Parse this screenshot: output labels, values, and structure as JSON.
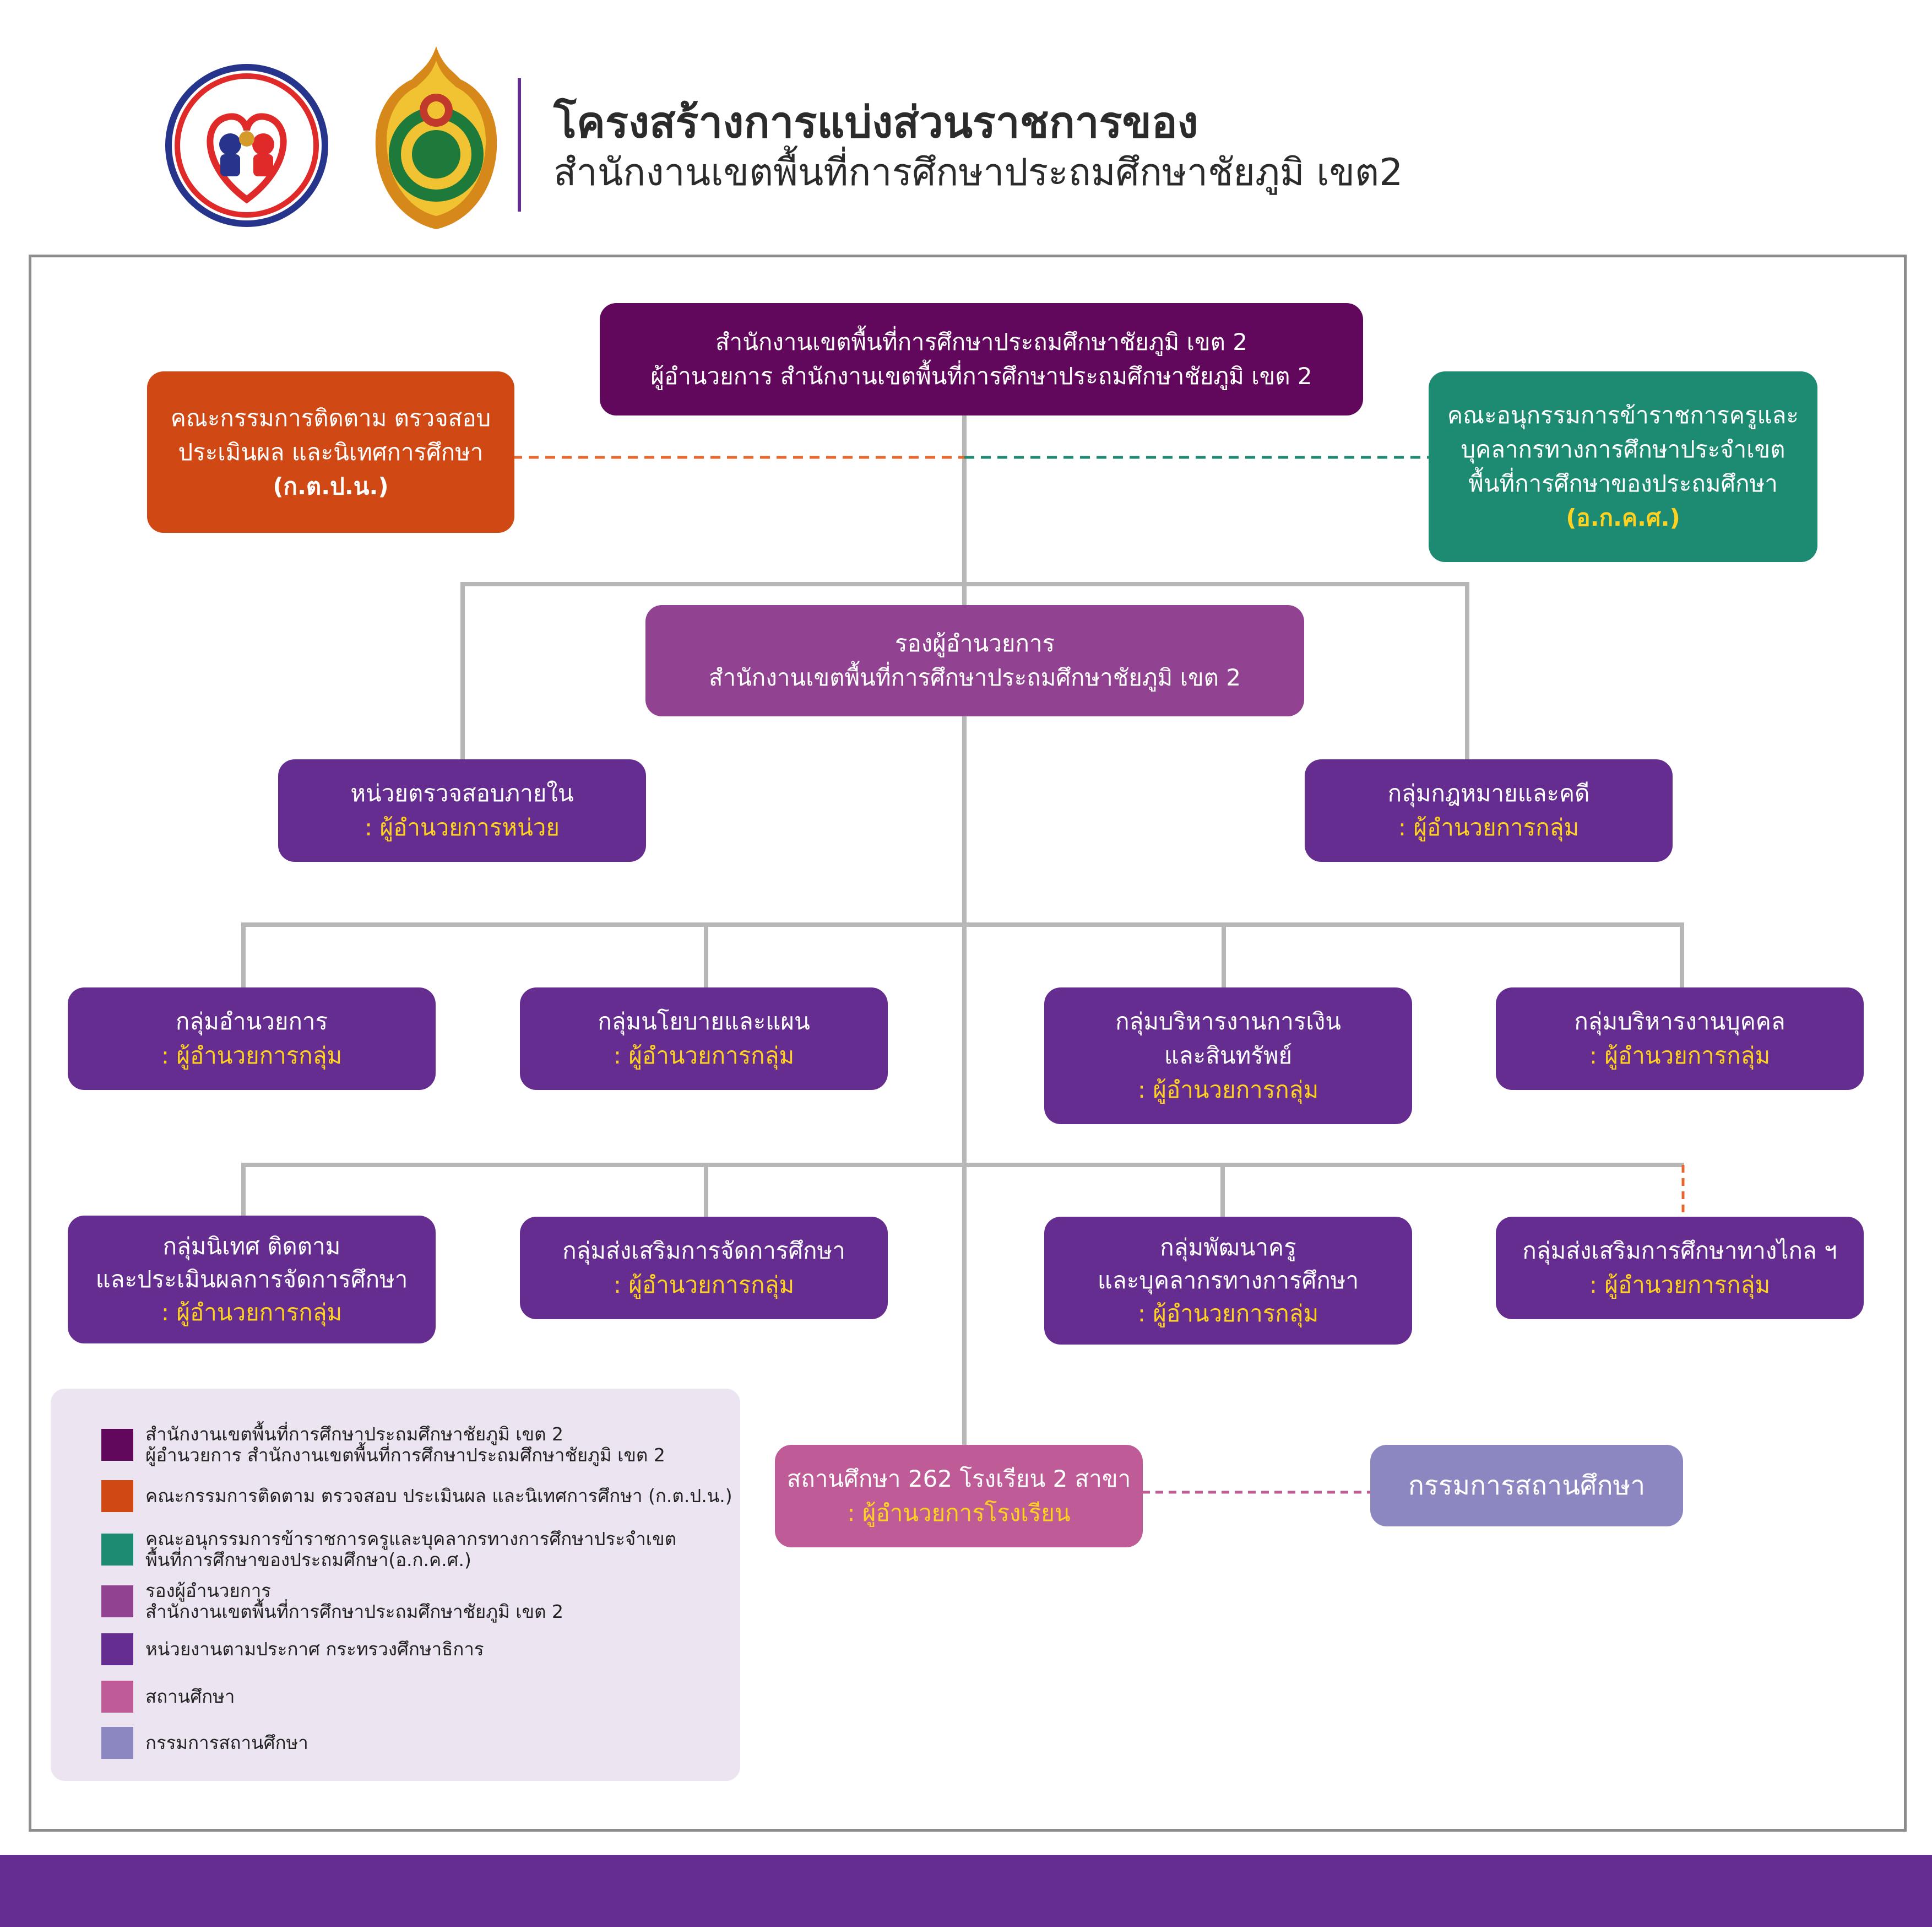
{
  "header": {
    "title_line1": "โครงสร้างการแบ่งส่วนราชการของ",
    "title_line2": "สำนักงานเขตพื้นที่การศึกษาประถมศึกษาชัยภูมิ เขต2"
  },
  "colors": {
    "office": "#62085c",
    "monitoring": "#d04814",
    "subcommittee": "#1d8a72",
    "deputy": "#914391",
    "units": "#652d8f",
    "schools": "#bf5c97",
    "school_committee": "#8c86c1",
    "yellow_text": "#ffd21f",
    "footer": "#652d8f"
  },
  "org": {
    "head": {
      "line1": "สำนักงานเขตพื้นที่การศึกษาประถมศึกษาชัยภูมิ เขต 2",
      "line2": "ผู้อำนวยการ สำนักงานเขตพื้นที่การศึกษาประถมศึกษาชัยภูมิ เขต 2"
    },
    "monitoring": {
      "line1": "คณะกรรมการติดตาม ตรวจสอบ",
      "line2": "ประเมินผล และนิเทศการศึกษา",
      "line3": "(ก.ต.ป.น.)"
    },
    "subcommittee": {
      "line1": "คณะอนุกรรมการข้าราชการครูและ",
      "line2": "บุคลากรทางการศึกษาประจำเขต",
      "line3": "พื้นที่การศึกษาของประถมศึกษา",
      "line4": "(อ.ก.ค.ศ.)"
    },
    "deputy": {
      "line1": "รองผู้อำนวยการ",
      "line2": "สำนักงานเขตพื้นที่การศึกษาประถมศึกษาชัยภูมิ เขต 2"
    },
    "audit": {
      "name": "หน่วยตรวจสอบภายใน",
      "head": ": ผู้อำนวยการหน่วย"
    },
    "legal": {
      "name": "กลุ่มกฎหมายและคดี",
      "head": ": ผู้อำนวยการกลุ่ม"
    },
    "row1": [
      {
        "name": "กลุ่มอำนวยการ",
        "head": ": ผู้อำนวยการกลุ่ม"
      },
      {
        "name": "กลุ่มนโยบายและแผน",
        "head": ": ผู้อำนวยการกลุ่ม"
      },
      {
        "name": "กลุ่มบริหารงานการเงิน",
        "name2": "และสินทรัพย์",
        "head": ": ผู้อำนวยการกลุ่ม"
      },
      {
        "name": "กลุ่มบริหารงานบุคคล",
        "head": ": ผู้อำนวยการกลุ่ม"
      }
    ],
    "row2": [
      {
        "name": "กลุ่มนิเทศ ติดตาม",
        "name2": "และประเมินผลการจัดการศึกษา",
        "head": ": ผู้อำนวยการกลุ่ม"
      },
      {
        "name": "กลุ่มส่งเสริมการจัดการศึกษา",
        "head": ": ผู้อำนวยการกลุ่ม"
      },
      {
        "name": "กลุ่มพัฒนาครู",
        "name2": "และบุคลากรทางการศึกษา",
        "head": ": ผู้อำนวยการกลุ่ม"
      },
      {
        "name": "กลุ่มส่งเสริมการศึกษาทางไกล ฯ",
        "head": ": ผู้อำนวยการกลุ่ม"
      }
    ],
    "schools": {
      "name": "สถานศึกษา 262 โรงเรียน 2 สาขา",
      "head": ": ผู้อำนวยการโรงเรียน"
    },
    "school_committee": {
      "name": "กรรมการสถานศึกษา"
    }
  },
  "legend": [
    {
      "line1": "สำนักงานเขตพื้นที่การศึกษาประถมศึกษาชัยภูมิ เขต 2",
      "line2": "ผู้อำนวยการ สำนักงานเขตพื้นที่การศึกษาประถมศึกษาชัยภูมิ เขต 2"
    },
    {
      "line1": "คณะกรรมการติดตาม ตรวจสอบ ประเมินผล และนิเทศการศึกษา (ก.ต.ป.น.)",
      "line2": ""
    },
    {
      "line1": "คณะอนุกรรมการข้าราชการครูและบุคลากรทางการศึกษาประจำเขต",
      "line2": "พื้นที่การศึกษาของประถมศึกษา(อ.ก.ค.ศ.)"
    },
    {
      "line1": "รองผู้อำนวยการ",
      "line2": "สำนักงานเขตพื้นที่การศึกษาประถมศึกษาชัยภูมิ เขต 2"
    },
    {
      "line1": "หน่วยงานตามประกาศ กระทรวงศึกษาธิการ",
      "line2": ""
    },
    {
      "line1": "สถานศึกษา",
      "line2": ""
    },
    {
      "line1": "กรรมการสถานศึกษา",
      "line2": ""
    }
  ]
}
